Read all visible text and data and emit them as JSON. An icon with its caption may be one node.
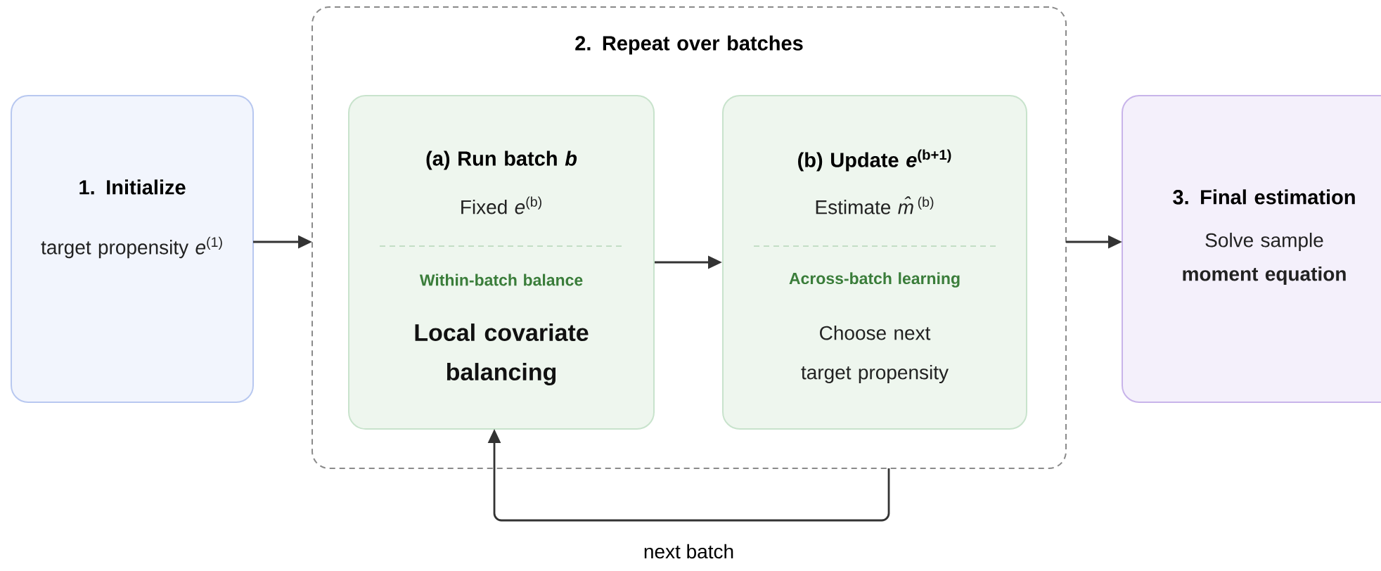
{
  "diagram": {
    "nodes": [
      {
        "text": [
          "1. Initialize",
          "target propensity *e*$^{(1)}$"
        ]
      },
      {
        "text": [
          "2. Repeat over batches"
        ]
      },
      {
        "text": [
          "(a) Run batch *b*",
          "Fixed *e*$^{(b)}$",
          "Within-batch balance",
          "Local covariate balancing"
        ],
        "in": 1
      },
      {
        "text": [
          "(b) Update *e*$^{(b+1)}$",
          "Estimate *m̂*$^{(b)}$",
          "Across-batch learning",
          "Choose next target propensity"
        ],
        "in": 1
      },
      {
        "text": [
          "3. Final estimation",
          "Solve sample **moment equation**"
        ]
      }
    ],
    "edges": [
      {
        "from": 0,
        "to": 1,
        "arrow": "to"
      },
      {
        "from": 2,
        "to": 3,
        "arrow": "to"
      },
      {
        "from": 1,
        "to": 4,
        "arrow": "to"
      },
      {
        "from": 3,
        "to": 2,
        "arrow": "to",
        "label": "next batch"
      }
    ]
  }
}
